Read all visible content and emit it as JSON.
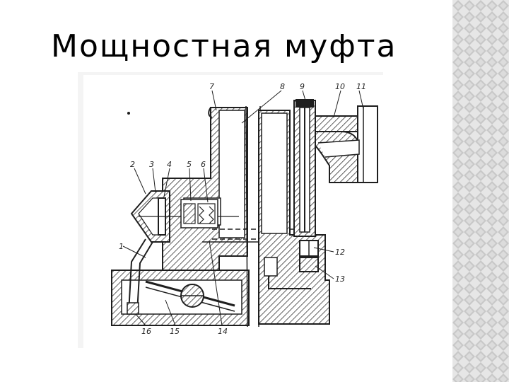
{
  "slide": {
    "title": "Мощностная муфта"
  },
  "diagram": {
    "labels": [
      "1",
      "2",
      "3",
      "4",
      "5",
      "6",
      "7",
      "8",
      "9",
      "10",
      "11",
      "12",
      "13",
      "14",
      "15",
      "16"
    ]
  },
  "colors": {
    "background": "#ffffff",
    "title_text": "#000000",
    "pattern_light": "#e6e6e6",
    "pattern_dark": "#c8c8c8",
    "figure_bg": "#f4f4f4",
    "line": "#1e1e1e"
  }
}
